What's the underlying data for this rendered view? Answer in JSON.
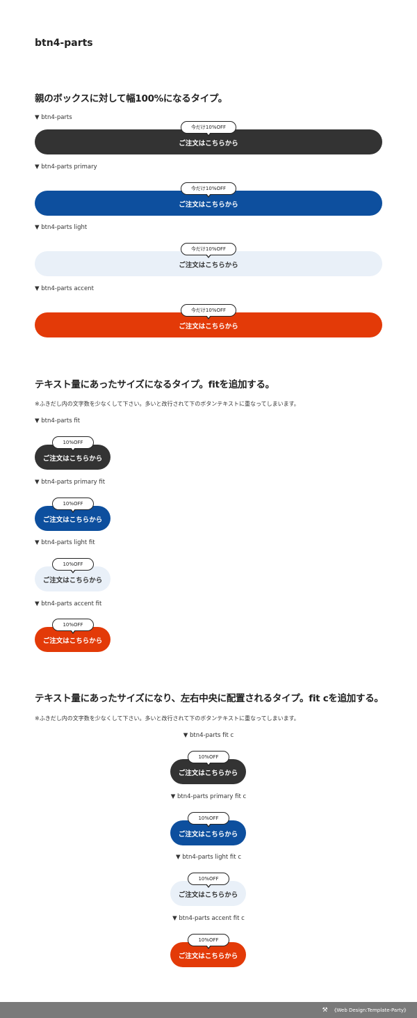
{
  "title": "btn4-parts",
  "sections": [
    {
      "heading": "親のボックスに対して幅100%になるタイプ。"
    },
    {
      "heading": "テキスト量にあったサイズになるタイプ。fitを追加する。",
      "note": "※ふきだし内の文字数を少なくして下さい。多いと改行されて下のボタンテキストに重なってしまいます。"
    },
    {
      "heading": "テキスト量にあったサイズになり、左右中央に配置されるタイプ。fit cを追加する。",
      "note": "※ふきだし内の文字数を少なくして下さい。多いと改行されて下のボタンテキストに重なってしまいます。"
    }
  ],
  "labels": {
    "full": [
      "▼ btn4-parts",
      "▼ btn4-parts primary",
      "▼ btn4-parts light",
      "▼ btn4-parts accent"
    ],
    "fit": [
      "▼ btn4-parts fit",
      "▼ btn4-parts primary fit",
      "▼ btn4-parts light fit",
      "▼ btn4-parts accent fit"
    ],
    "fitc": [
      "▼ btn4-parts fit c",
      "▼ btn4-parts primary fit c",
      "▼ btn4-parts light fit c",
      "▼ btn4-parts accent fit c"
    ]
  },
  "button_label": "ご注文はこちらから",
  "bubble_full": "今だけ10%OFF",
  "bubble_fit": "10%OFF",
  "colors": {
    "dark": "#333333",
    "primary": "#0d4f9e",
    "light": "#e9f0f8",
    "accent": "#e33a08"
  },
  "footer": {
    "icon": "tools-icon",
    "text": "《Web Design:Template-Party》"
  }
}
